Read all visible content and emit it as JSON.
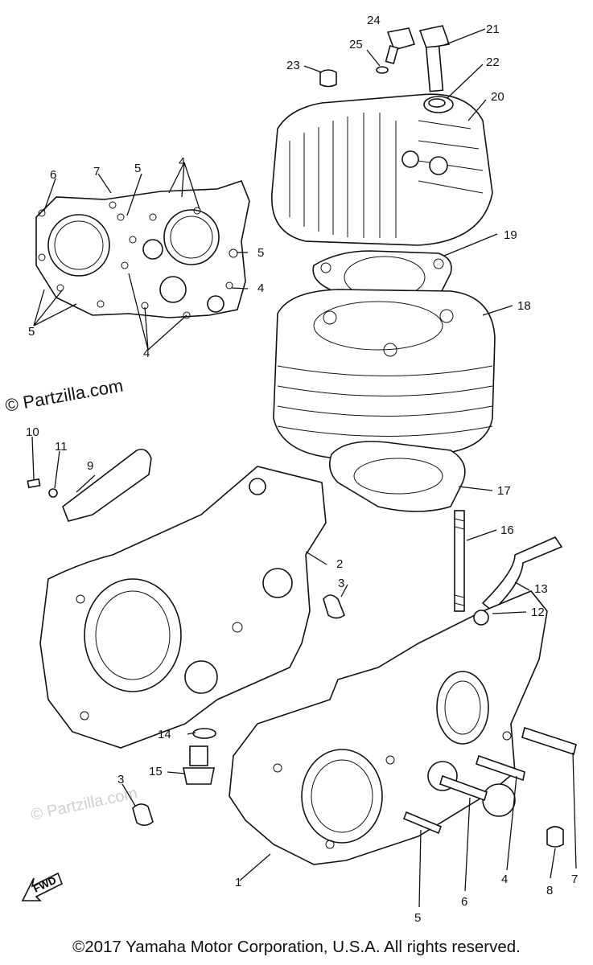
{
  "diagram": {
    "watermark": "© Partzilla.com",
    "faint_watermark": "© Partzilla.com",
    "fwd_label": "FWD",
    "callouts": {
      "c1": "1",
      "c2": "2",
      "c3a": "3",
      "c3b": "3",
      "c4a": "4",
      "c4b": "4",
      "c4c": "4",
      "c4d": "4",
      "c5a": "5",
      "c5b": "5",
      "c5c": "5",
      "c5d": "5",
      "c6a": "6",
      "c6b": "6",
      "c7a": "7",
      "c7b": "7",
      "c8": "8",
      "c9": "9",
      "c10": "10",
      "c11": "11",
      "c12": "12",
      "c13": "13",
      "c14": "14",
      "c15": "15",
      "c16": "16",
      "c17": "17",
      "c18": "18",
      "c19": "19",
      "c20": "20",
      "c21": "21",
      "c22": "22",
      "c23": "23",
      "c24": "24",
      "c25": "25"
    }
  },
  "footer": {
    "copyright": "©2017 Yamaha Motor Corporation, U.S.A. All rights reserved."
  }
}
